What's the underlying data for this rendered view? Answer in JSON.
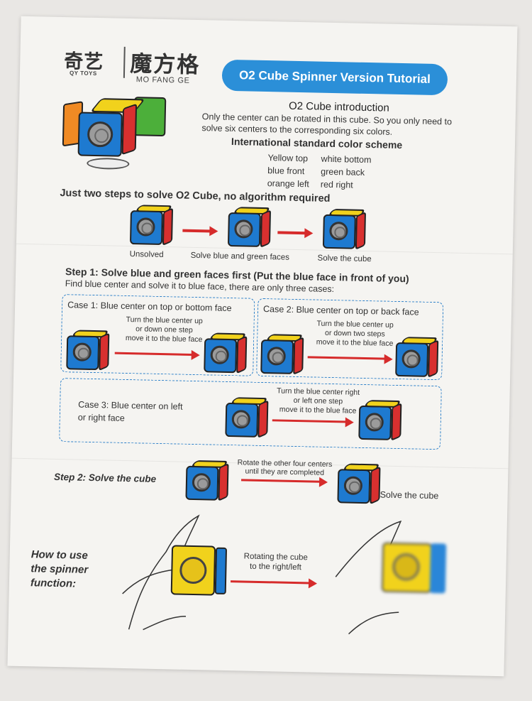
{
  "brand": {
    "cn_name": "奇艺",
    "en_name": "QY TOYS",
    "product_cn": "魔方格",
    "product_en": "MO FANG GE"
  },
  "title": "O2 Cube Spinner Version Tutorial",
  "intro": {
    "heading": "O2 Cube introduction",
    "text": "Only the center can be rotated in this cube. So you only need to solve six centers to the corresponding six colors."
  },
  "scheme": {
    "heading": "International standard color scheme",
    "rows": [
      [
        "Yellow top",
        "white bottom"
      ],
      [
        "blue front",
        "green back"
      ],
      [
        "orange left",
        "red right"
      ]
    ]
  },
  "steps_heading": "Just two steps to solve O2 Cube, no algorithm required",
  "overview_captions": [
    "Unsolved",
    "Solve blue and green faces",
    "Solve the cube"
  ],
  "step1": {
    "title": "Step 1: Solve blue and green faces first (Put the blue face in front of you)",
    "subtitle": "Find blue center and solve it to blue face, there are only three cases:",
    "case1": {
      "title": "Case 1: Blue center on top or bottom face",
      "note1": "Turn the blue center up",
      "note2": "or down one step",
      "note3": "move it to the blue face"
    },
    "case2": {
      "title": "Case 2: Blue center on top or back face",
      "note1": "Turn the blue center up",
      "note2": "or down two steps",
      "note3": "move it to the blue face"
    },
    "case3": {
      "title1": "Case 3: Blue center on left",
      "title2": "or right face",
      "note1": "Turn the blue center right",
      "note2": "or left one step",
      "note3": "move it to the blue face"
    }
  },
  "step2": {
    "title": "Step 2: Solve the cube",
    "note1": "Rotate the other four centers",
    "note2": "until they are completed",
    "result": "Solve the cube"
  },
  "spinner": {
    "line1": "How to use",
    "line2": "the spinner",
    "line3": "function:",
    "note1": "Rotating the cube",
    "note2": "to the right/left"
  },
  "colors": {
    "accent_blue": "#2b8fd8",
    "cube_blue": "#1e7ad0",
    "cube_red": "#d8302f",
    "cube_yellow": "#f1d21c",
    "arrow_red": "#d62b2b"
  }
}
